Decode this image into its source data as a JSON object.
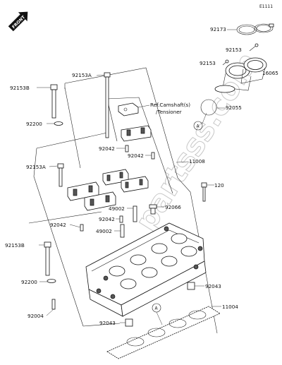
{
  "diagram_code": "E1111",
  "front_badge": "FRONT",
  "watermark": "partsss.com",
  "callouts": {
    "p92173": "92173",
    "p92153_top": "92153",
    "p92153_mid": "92153",
    "p16065": "16065",
    "p92055": "92055",
    "p92153A_top": "92153A",
    "p92153B_top": "92153B",
    "p92200_top": "92200",
    "ref_camshaft": "Ref.Camshaft(s)",
    "ref_tensioner": "/Tensioner",
    "p92042_a": "92042",
    "p92042_b": "92042",
    "p11008": "11008",
    "p92153A_mid": "92153A",
    "p120": "120",
    "p49002_a": "49002",
    "p92066": "92066",
    "p92042_c": "92042",
    "p92042_d": "92042",
    "p49002_b": "49002",
    "p92153B_low": "92153B",
    "p92200_low": "92200",
    "p92043_a": "92043",
    "p92004": "92004",
    "p11004": "11004",
    "p92043_b": "92043"
  },
  "ref_markers": [
    "A",
    "A"
  ]
}
